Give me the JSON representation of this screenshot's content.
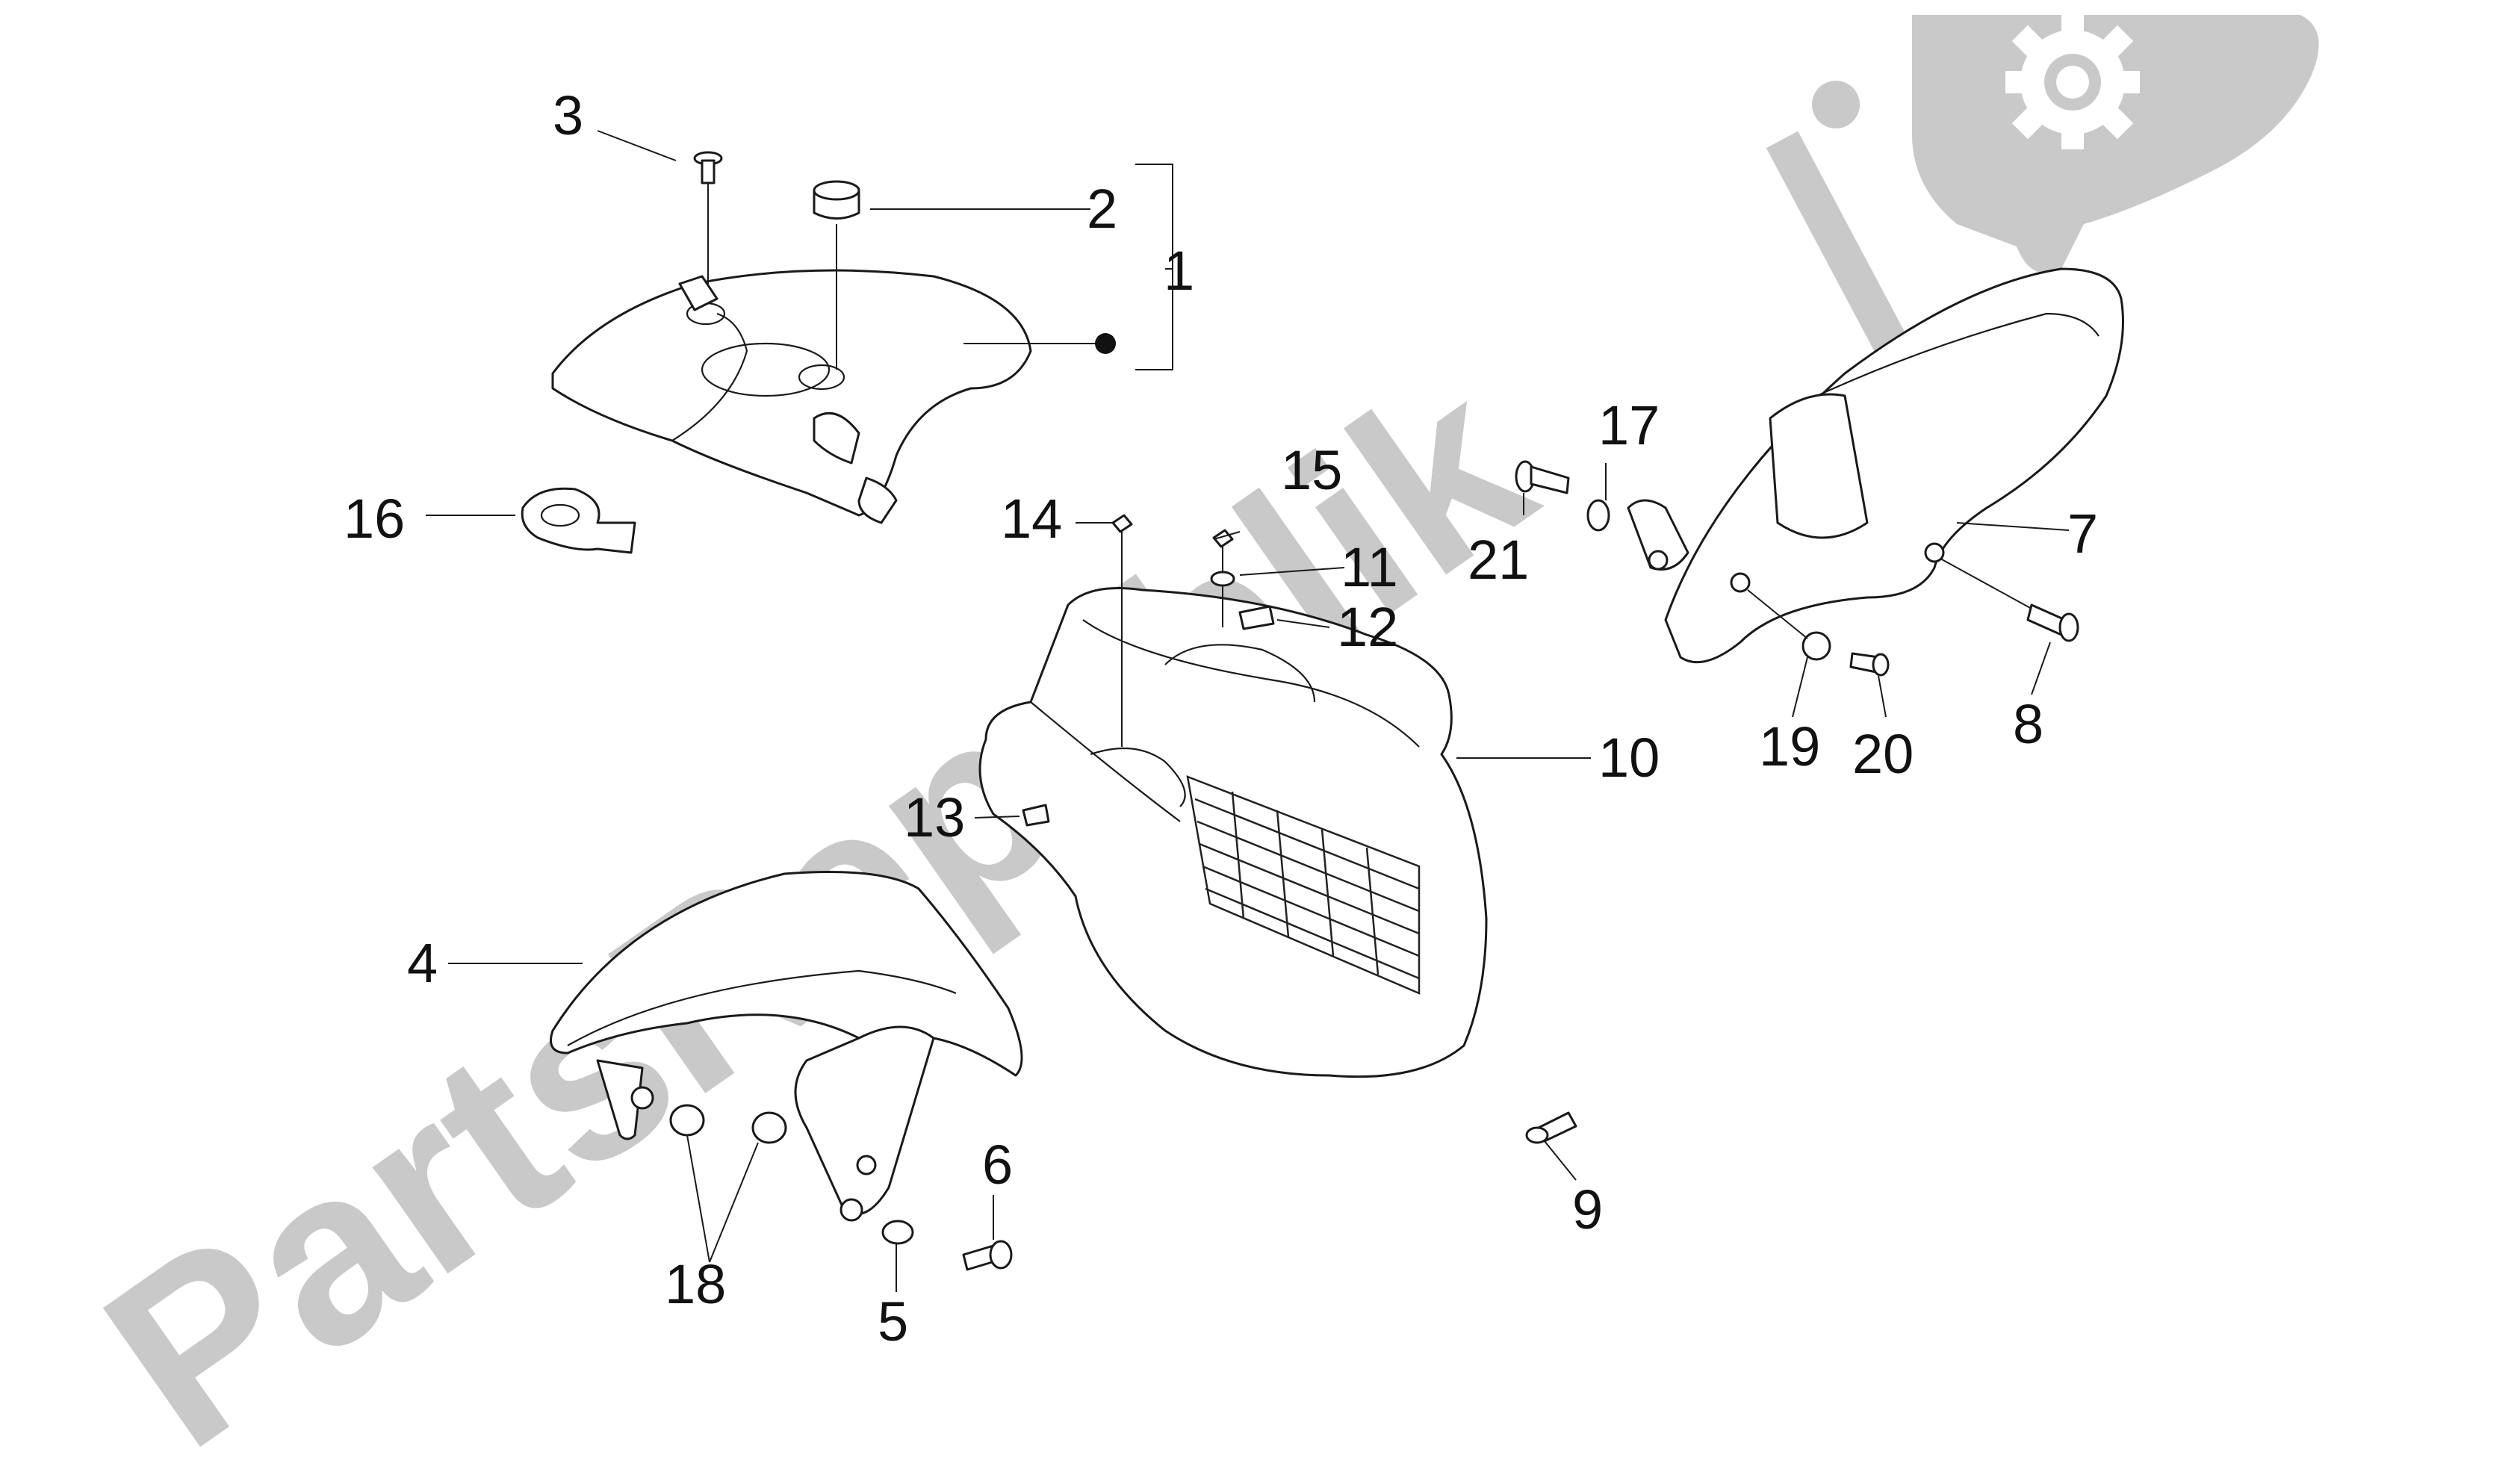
{
  "watermark": {
    "text": "PartsRepublik",
    "logo_icons": [
      "wrench-icon",
      "gear-icon"
    ]
  },
  "callouts": {
    "c1": "1",
    "c2": "2",
    "c3": "3",
    "c4": "4",
    "c5": "5",
    "c6": "6",
    "c7": "7",
    "c8": "8",
    "c9": "9",
    "c10": "10",
    "c11": "11",
    "c12": "12",
    "c13": "13",
    "c14": "14",
    "c15": "15",
    "c16": "16",
    "c17": "17",
    "c18": "18",
    "c19": "19",
    "c20": "20",
    "c21": "21"
  },
  "colors": {
    "ink": "#1a1a1a",
    "watermark": "#c9c9c9",
    "background": "#ffffff"
  }
}
